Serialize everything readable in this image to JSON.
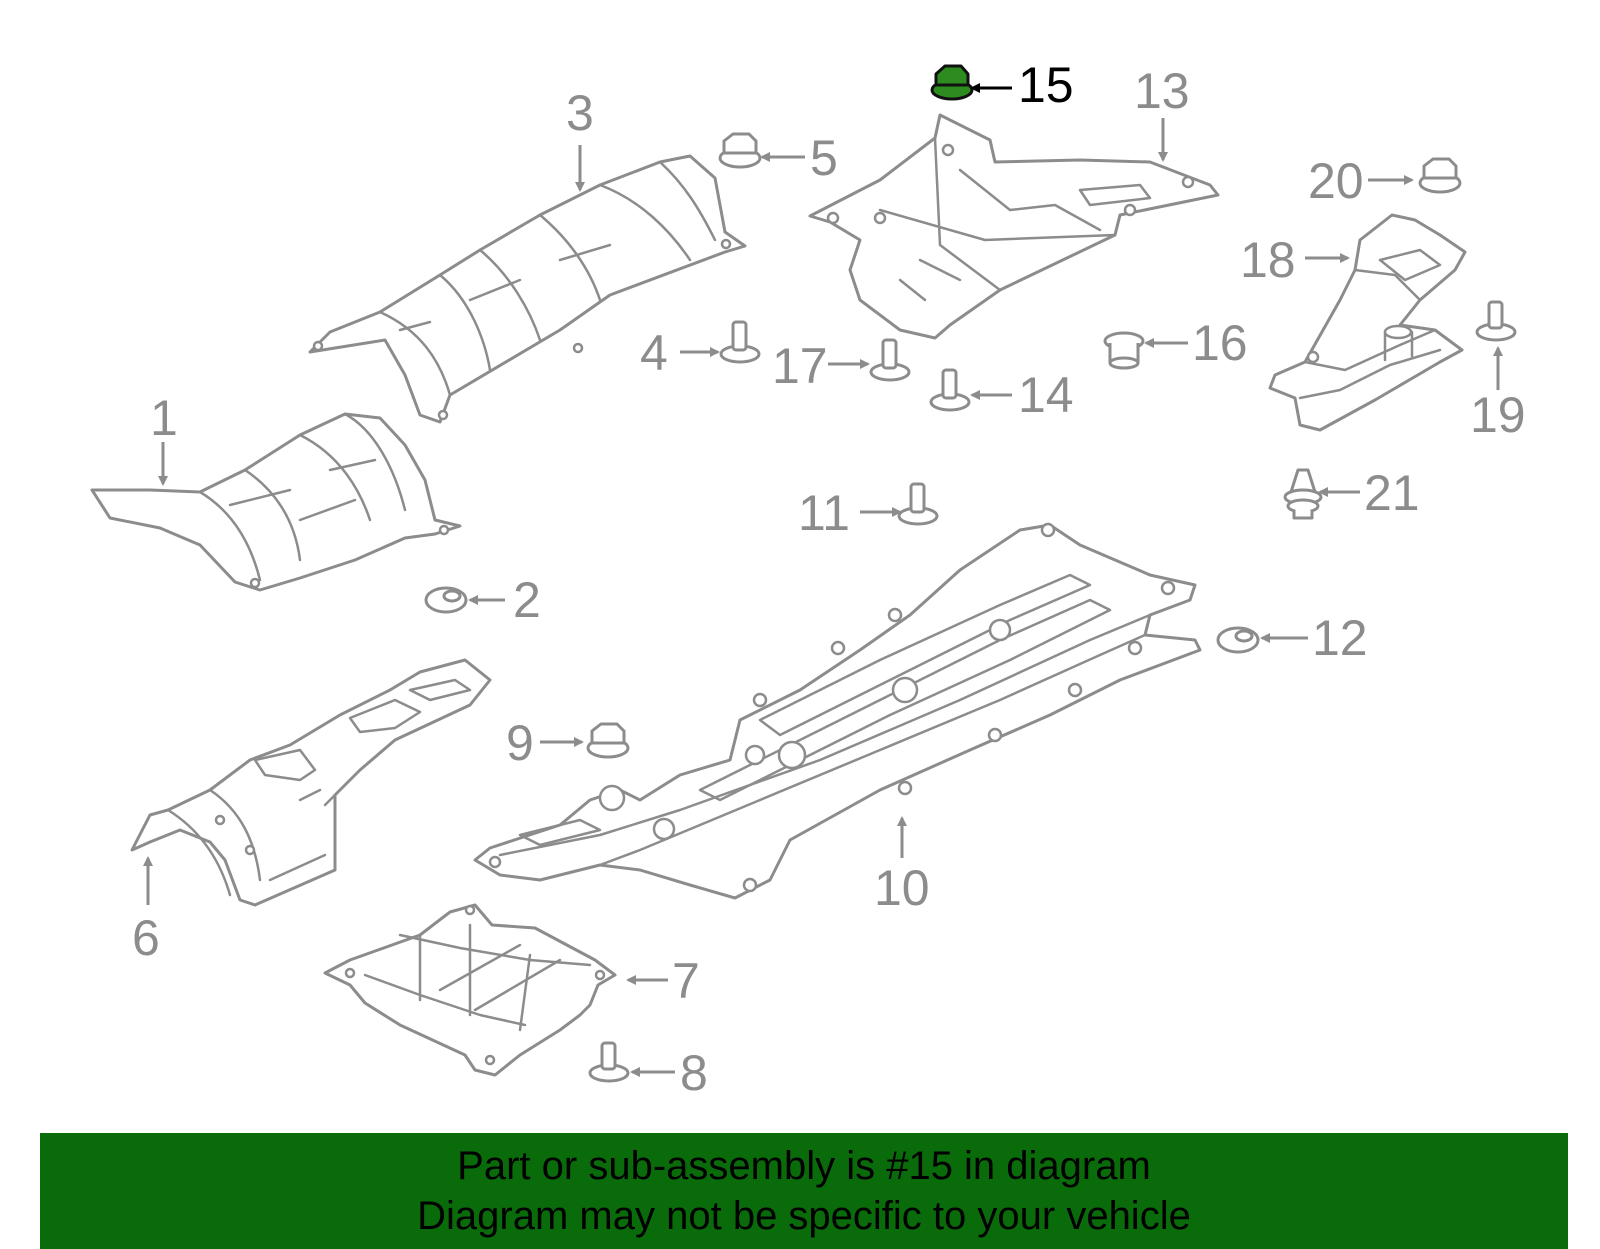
{
  "callouts": {
    "c1": "1",
    "c2": "2",
    "c3": "3",
    "c4": "4",
    "c5": "5",
    "c6": "6",
    "c7": "7",
    "c8": "8",
    "c9": "9",
    "c10": "10",
    "c11": "11",
    "c12": "12",
    "c13": "13",
    "c14": "14",
    "c15": "15",
    "c16": "16",
    "c17": "17",
    "c18": "18",
    "c19": "19",
    "c20": "20",
    "c21": "21"
  },
  "highlighted_part": "15",
  "colors": {
    "line": "#8c8c8c",
    "highlight_fill": "#2e8b1f",
    "banner_bg": "#0a6b0a"
  },
  "banner": {
    "line1": "Part or sub-assembly is #15 in diagram",
    "line2": "Diagram may not be specific to your vehicle"
  }
}
